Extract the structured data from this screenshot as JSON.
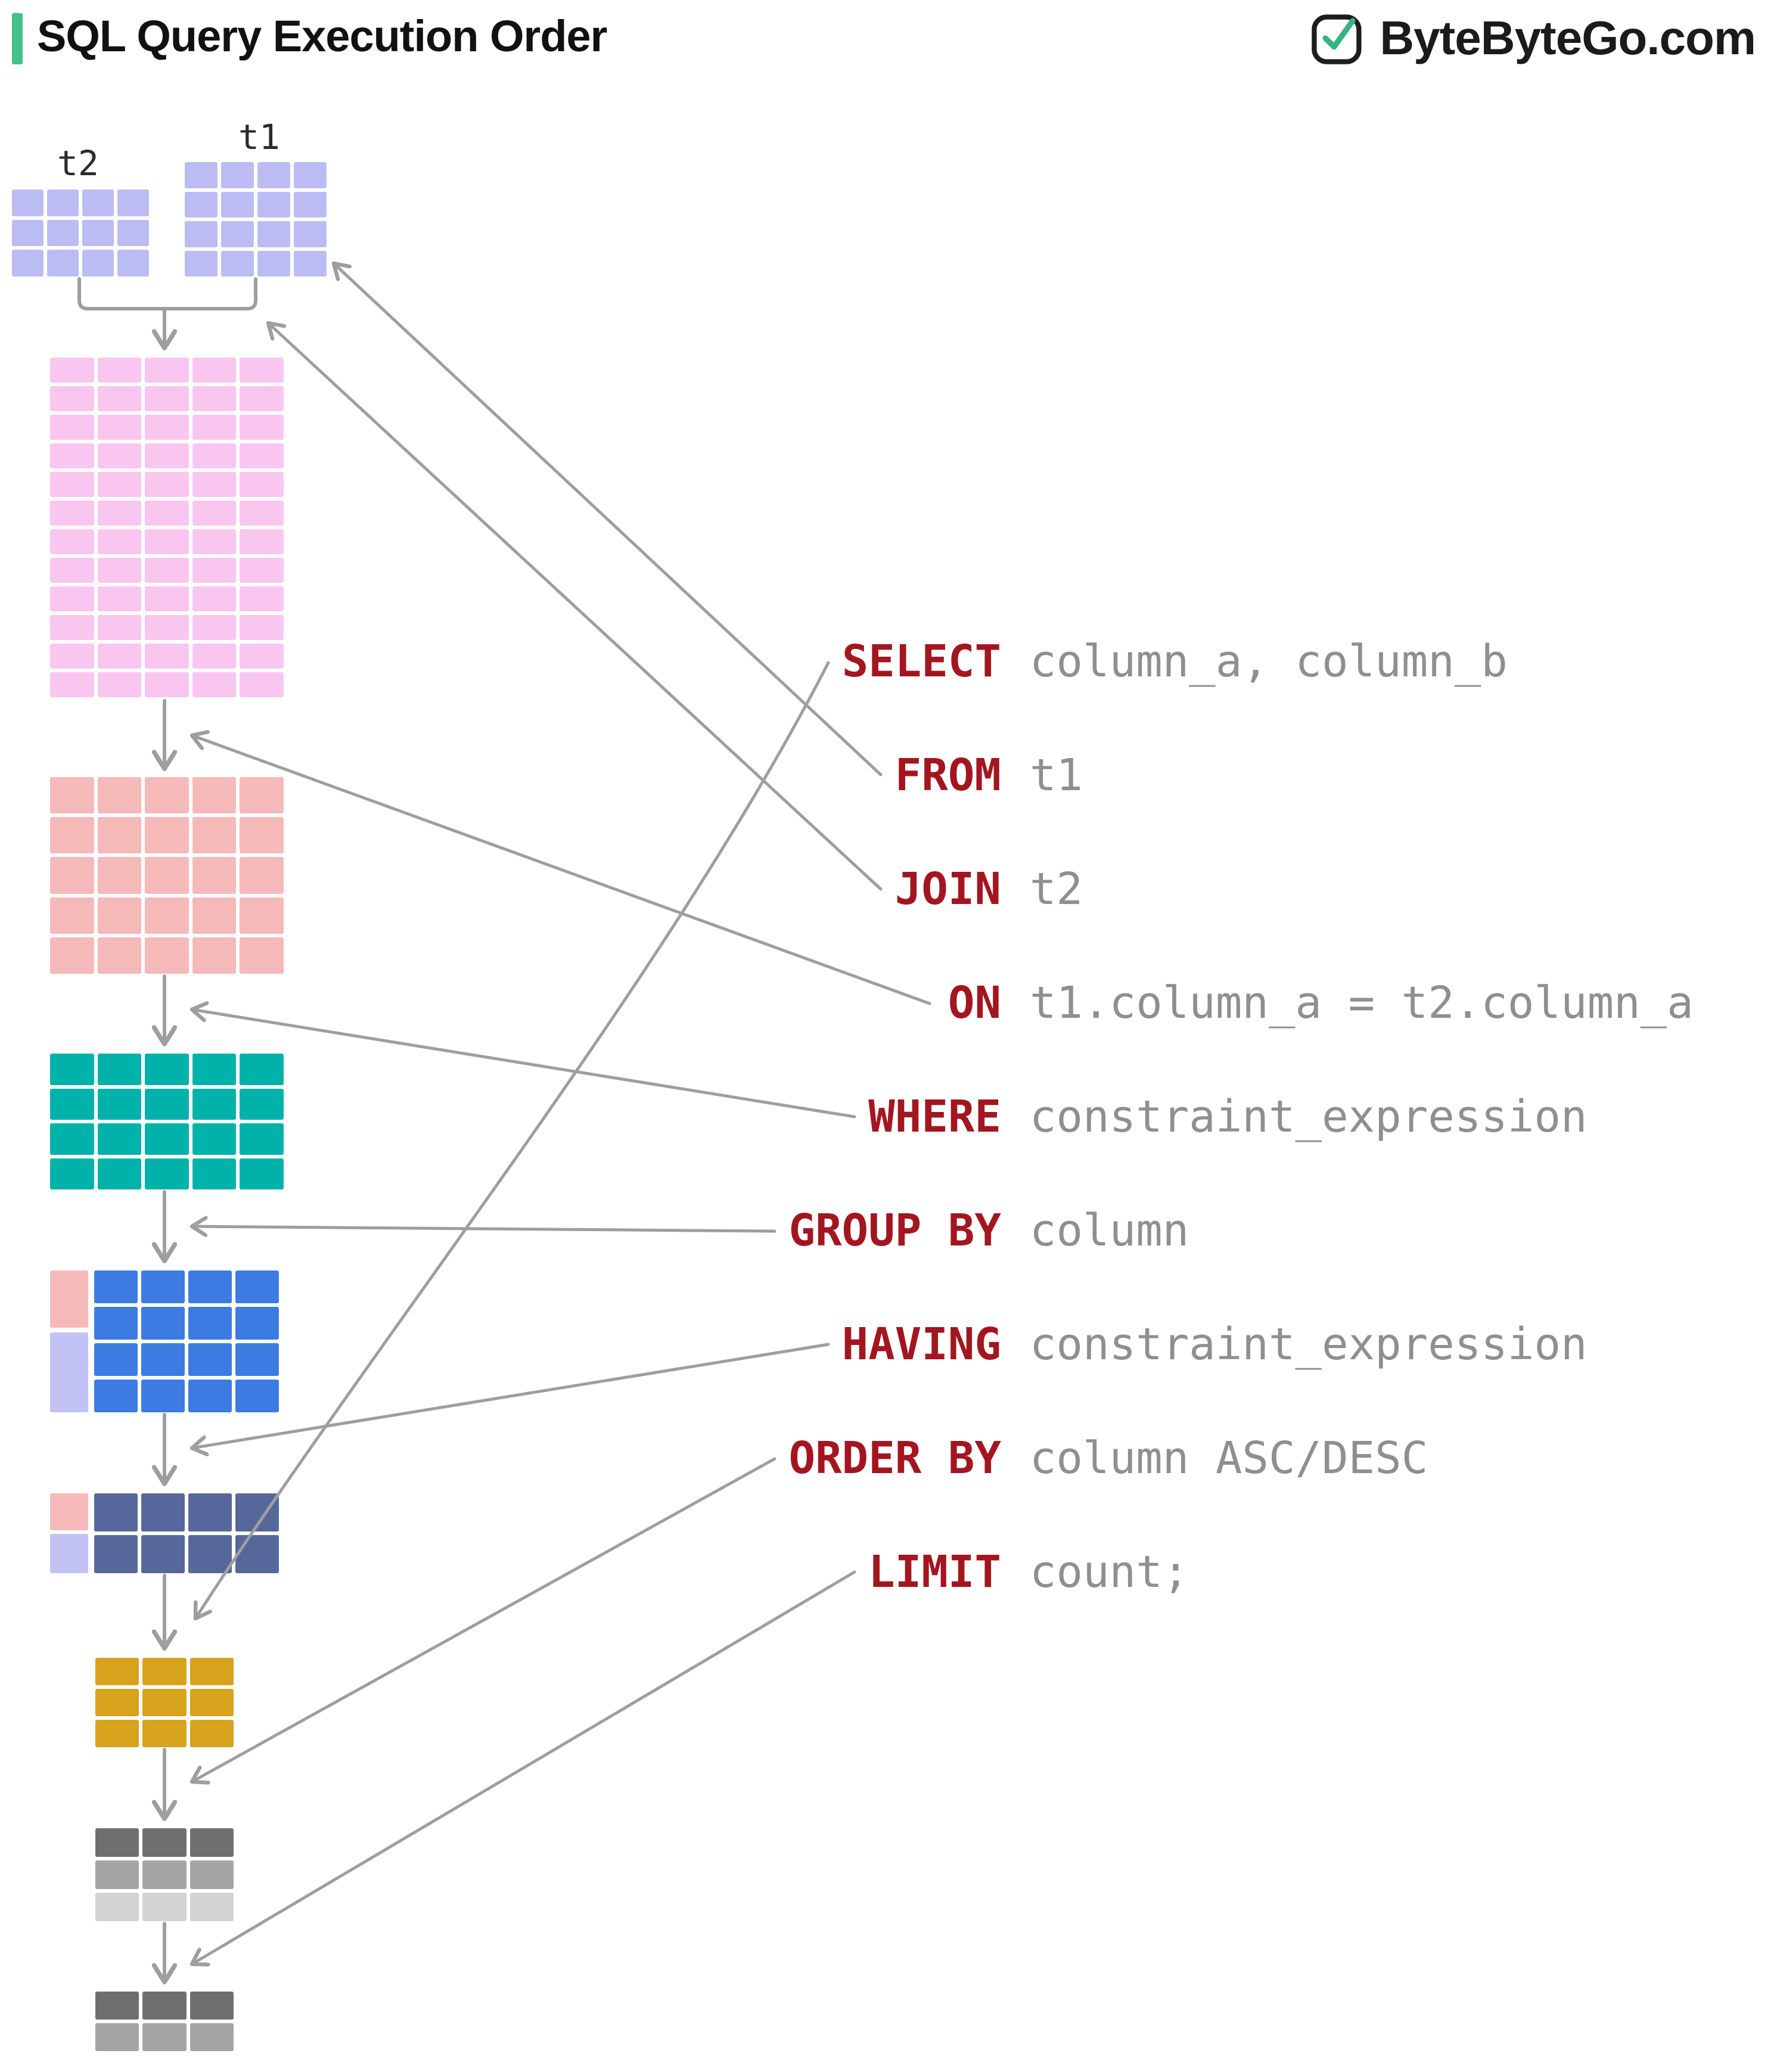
{
  "header": {
    "title": "SQL Query Execution Order",
    "brand": "ByteByteGo.com"
  },
  "labels": {
    "t1": "t1",
    "t2": "t2"
  },
  "clauses": [
    {
      "keyword": "SELECT",
      "argument": "column_a, column_b"
    },
    {
      "keyword": "FROM",
      "argument": "t1"
    },
    {
      "keyword": "JOIN",
      "argument": "t2"
    },
    {
      "keyword": "ON",
      "argument": "t1.column_a = t2.column_a"
    },
    {
      "keyword": "WHERE",
      "argument": "constraint_expression"
    },
    {
      "keyword": "GROUP BY",
      "argument": "column"
    },
    {
      "keyword": "HAVING",
      "argument": "constraint_expression"
    },
    {
      "keyword": "ORDER BY",
      "argument": "column ASC/DESC"
    },
    {
      "keyword": "LIMIT",
      "argument": "count;"
    }
  ],
  "colors": {
    "accent_green": "#45c18c",
    "keyword_red": "#a3161f",
    "argument_gray": "#8f8f8f",
    "arrow_gray": "#9e9e9e",
    "lavender": "#bcbcf4",
    "pink": "#f9c6f0",
    "salmon": "#f6b9b9",
    "teal": "#00b2a9",
    "blue": "#3c7ce2",
    "slate": "#56689b",
    "gold": "#d7a31d",
    "gray_dark": "#6f6f6f",
    "gray_mid": "#a4a4a4",
    "gray_light": "#d4d4d4",
    "side_pink": "#f6b9b9",
    "side_lavender": "#c2c2f5"
  },
  "grids": {
    "t2": {
      "rows": 3,
      "cols": 4,
      "fill": "lavender"
    },
    "t1": {
      "rows": 4,
      "cols": 4,
      "fill": "lavender"
    },
    "join-result": {
      "rows": 12,
      "cols": 5,
      "fill": "pink"
    },
    "on-result": {
      "rows": 5,
      "cols": 5,
      "fill": "salmon"
    },
    "where-result": {
      "rows": 4,
      "cols": 5,
      "fill": "teal"
    },
    "group-by-result": {
      "rows": 4,
      "cols": 4,
      "fill": "blue"
    },
    "having-result": {
      "rows": 2,
      "cols": 4,
      "fill": "slate"
    },
    "select-result": {
      "rows": 3,
      "cols": 3,
      "fill": "gold"
    },
    "order-by-result": {
      "rows": 3,
      "cols": 3,
      "row_fills": [
        "gray_dark",
        "gray_mid",
        "gray_light"
      ]
    },
    "limit-result": {
      "rows": 2,
      "cols": 3,
      "row_fills": [
        "gray_dark",
        "gray_mid"
      ]
    }
  }
}
